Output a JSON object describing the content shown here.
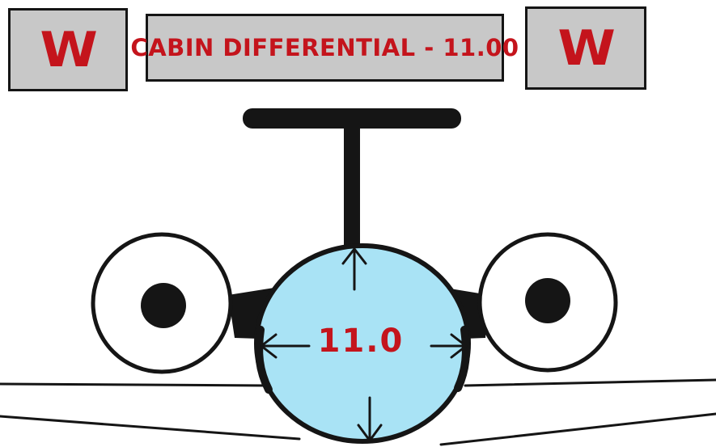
{
  "warning_panels": {
    "left_letter": "W",
    "right_letter": "W"
  },
  "message_panel": {
    "text": "CABIN DIFFERENTIAL - 11.00"
  },
  "fuselage_display": {
    "value": "11.0"
  },
  "colors": {
    "warning_red": "#c4141c",
    "panel_gray": "#c8c8c8",
    "fuselage_blue": "#a9e3f5",
    "outline_black": "#151515"
  },
  "icons": [
    "arrow-up-icon",
    "arrow-down-icon",
    "arrow-left-icon",
    "arrow-right-icon"
  ]
}
